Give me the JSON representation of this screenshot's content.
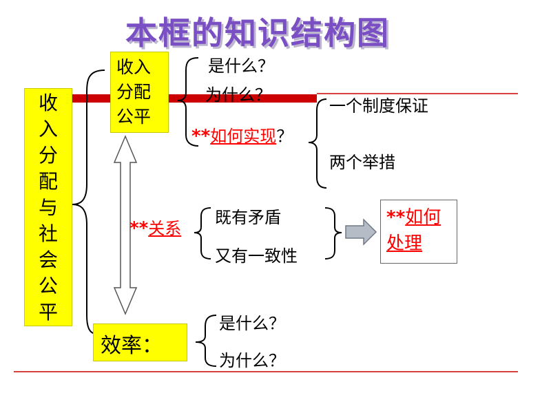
{
  "title": "本框的知识结构图",
  "left_box": [
    "收",
    "入",
    "分",
    "配",
    "与",
    "社",
    "会",
    "公",
    "平"
  ],
  "fairness_box": [
    "收入",
    "分配",
    "公平"
  ],
  "fairness_items": {
    "what": "是什么？",
    "why": "为什么？",
    "stars": "**",
    "how": "如何实现",
    "how_q": "？"
  },
  "how_items": [
    "一个制度保证",
    "两个举措"
  ],
  "relation": {
    "stars": "**",
    "label": "关系",
    "items": [
      "既有矛盾",
      "又有一致性"
    ]
  },
  "how_handle": {
    "stars": "**",
    "line1": "如何",
    "line2": "处理"
  },
  "efficiency": {
    "label": "效率：",
    "items": [
      "是什么？",
      "为什么？"
    ]
  },
  "colors": {
    "title": "#7b4fc4",
    "highlight": "#ffff00",
    "accent_red": "#ff0000",
    "bar_red": "#cc0000"
  }
}
